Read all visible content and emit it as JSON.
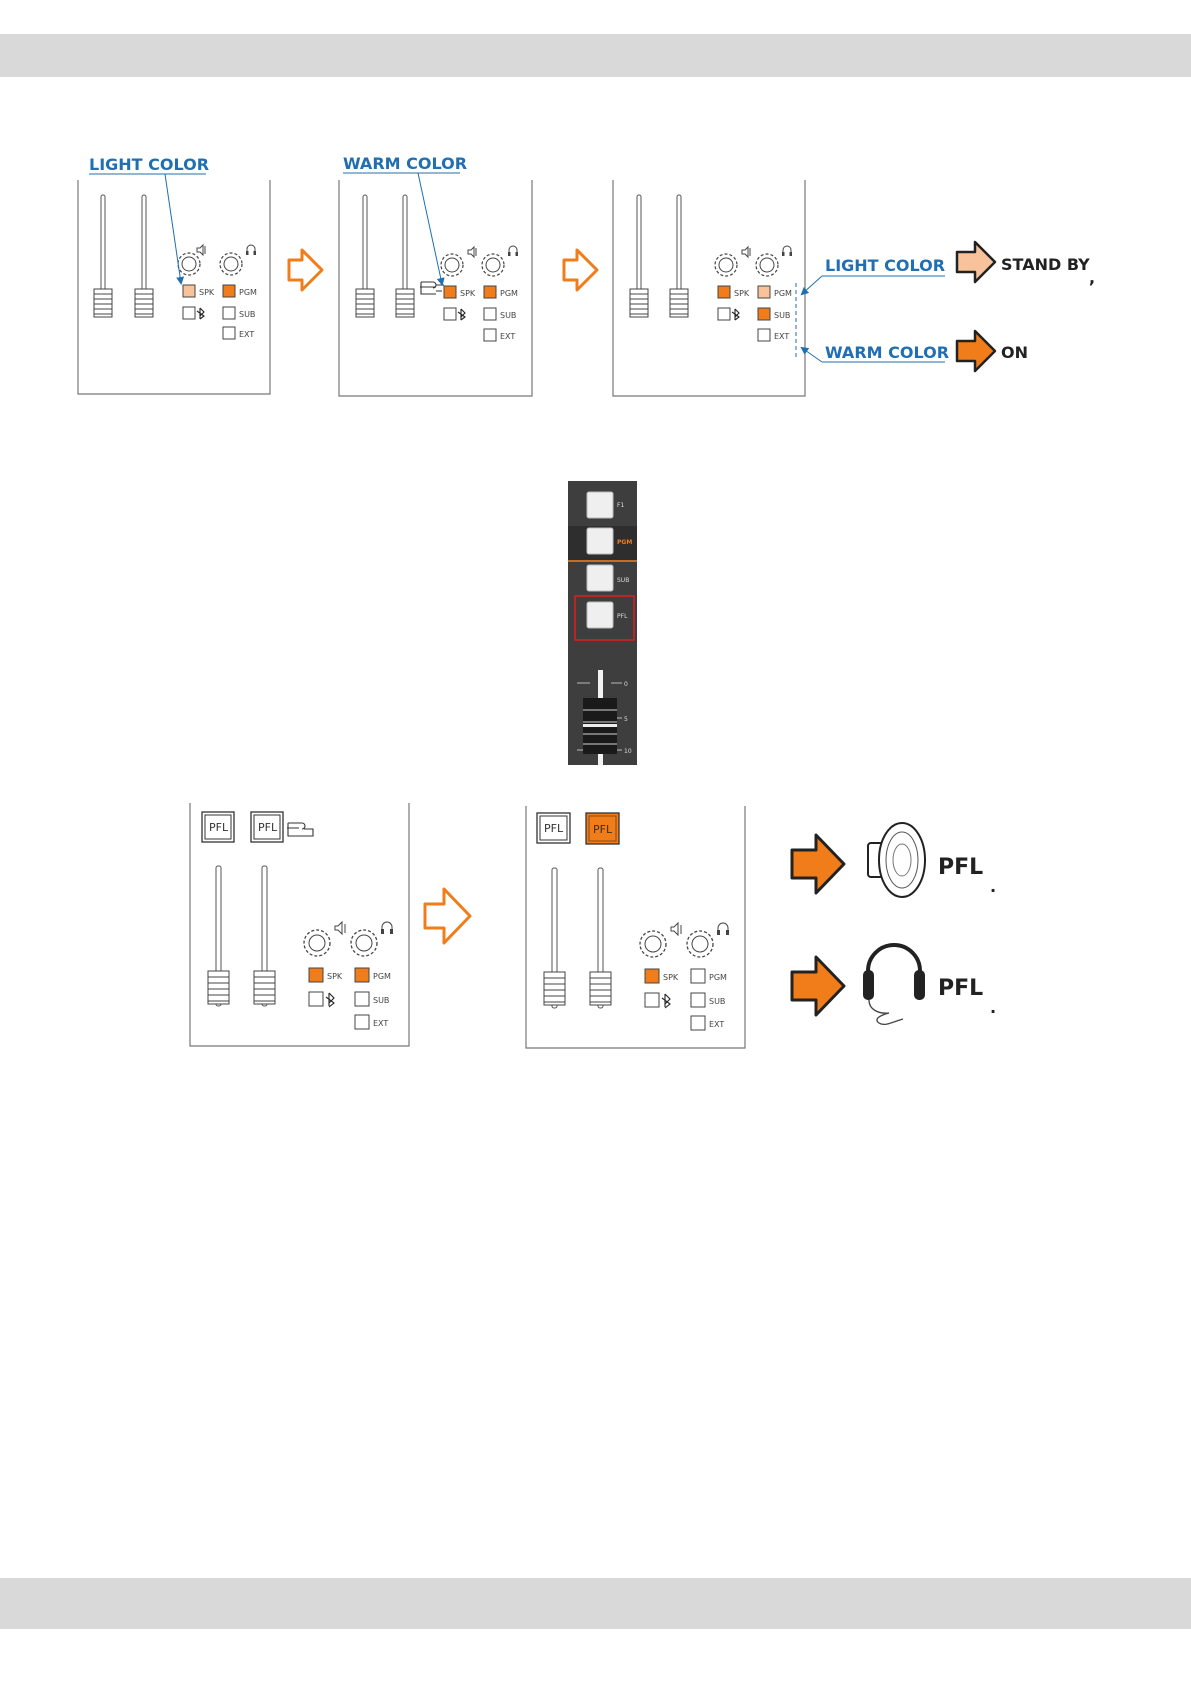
{
  "colors": {
    "warm": "#f07d1a",
    "light": "#f8c29a",
    "blue": "#1f6fb2",
    "band": "#d9d9d9"
  },
  "top_diagram": {
    "panel1": {
      "callout": "LIGHT COLOR"
    },
    "panel2": {
      "callout": "WARM COLOR"
    },
    "panel3": {
      "callout_light": "LIGHT COLOR",
      "callout_warm": "WARM COLOR"
    },
    "legend": {
      "standby": "STAND BY",
      "on": "ON",
      "comma": ","
    },
    "switch_labels": {
      "spk": "SPK",
      "pgm": "PGM",
      "sub": "SUB",
      "ext": "EXT"
    },
    "icons": [
      "speaker-icon",
      "headphone-icon",
      "bluetooth-icon",
      "hand-pointer-icon",
      "arrow-right-icon"
    ]
  },
  "channel_strip": {
    "buttons": [
      "F1",
      "PGM",
      "SUB",
      "PFL"
    ],
    "highlighted": "PFL",
    "active": "PGM",
    "scale": [
      "0",
      "5",
      "10"
    ]
  },
  "bottom_diagram": {
    "pfl_button": "PFL",
    "switch_labels": {
      "spk": "SPK",
      "pgm": "PGM",
      "sub": "SUB",
      "ext": "EXT"
    },
    "result_speaker": "PFL",
    "result_headphones": "PFL",
    "dot": "."
  }
}
